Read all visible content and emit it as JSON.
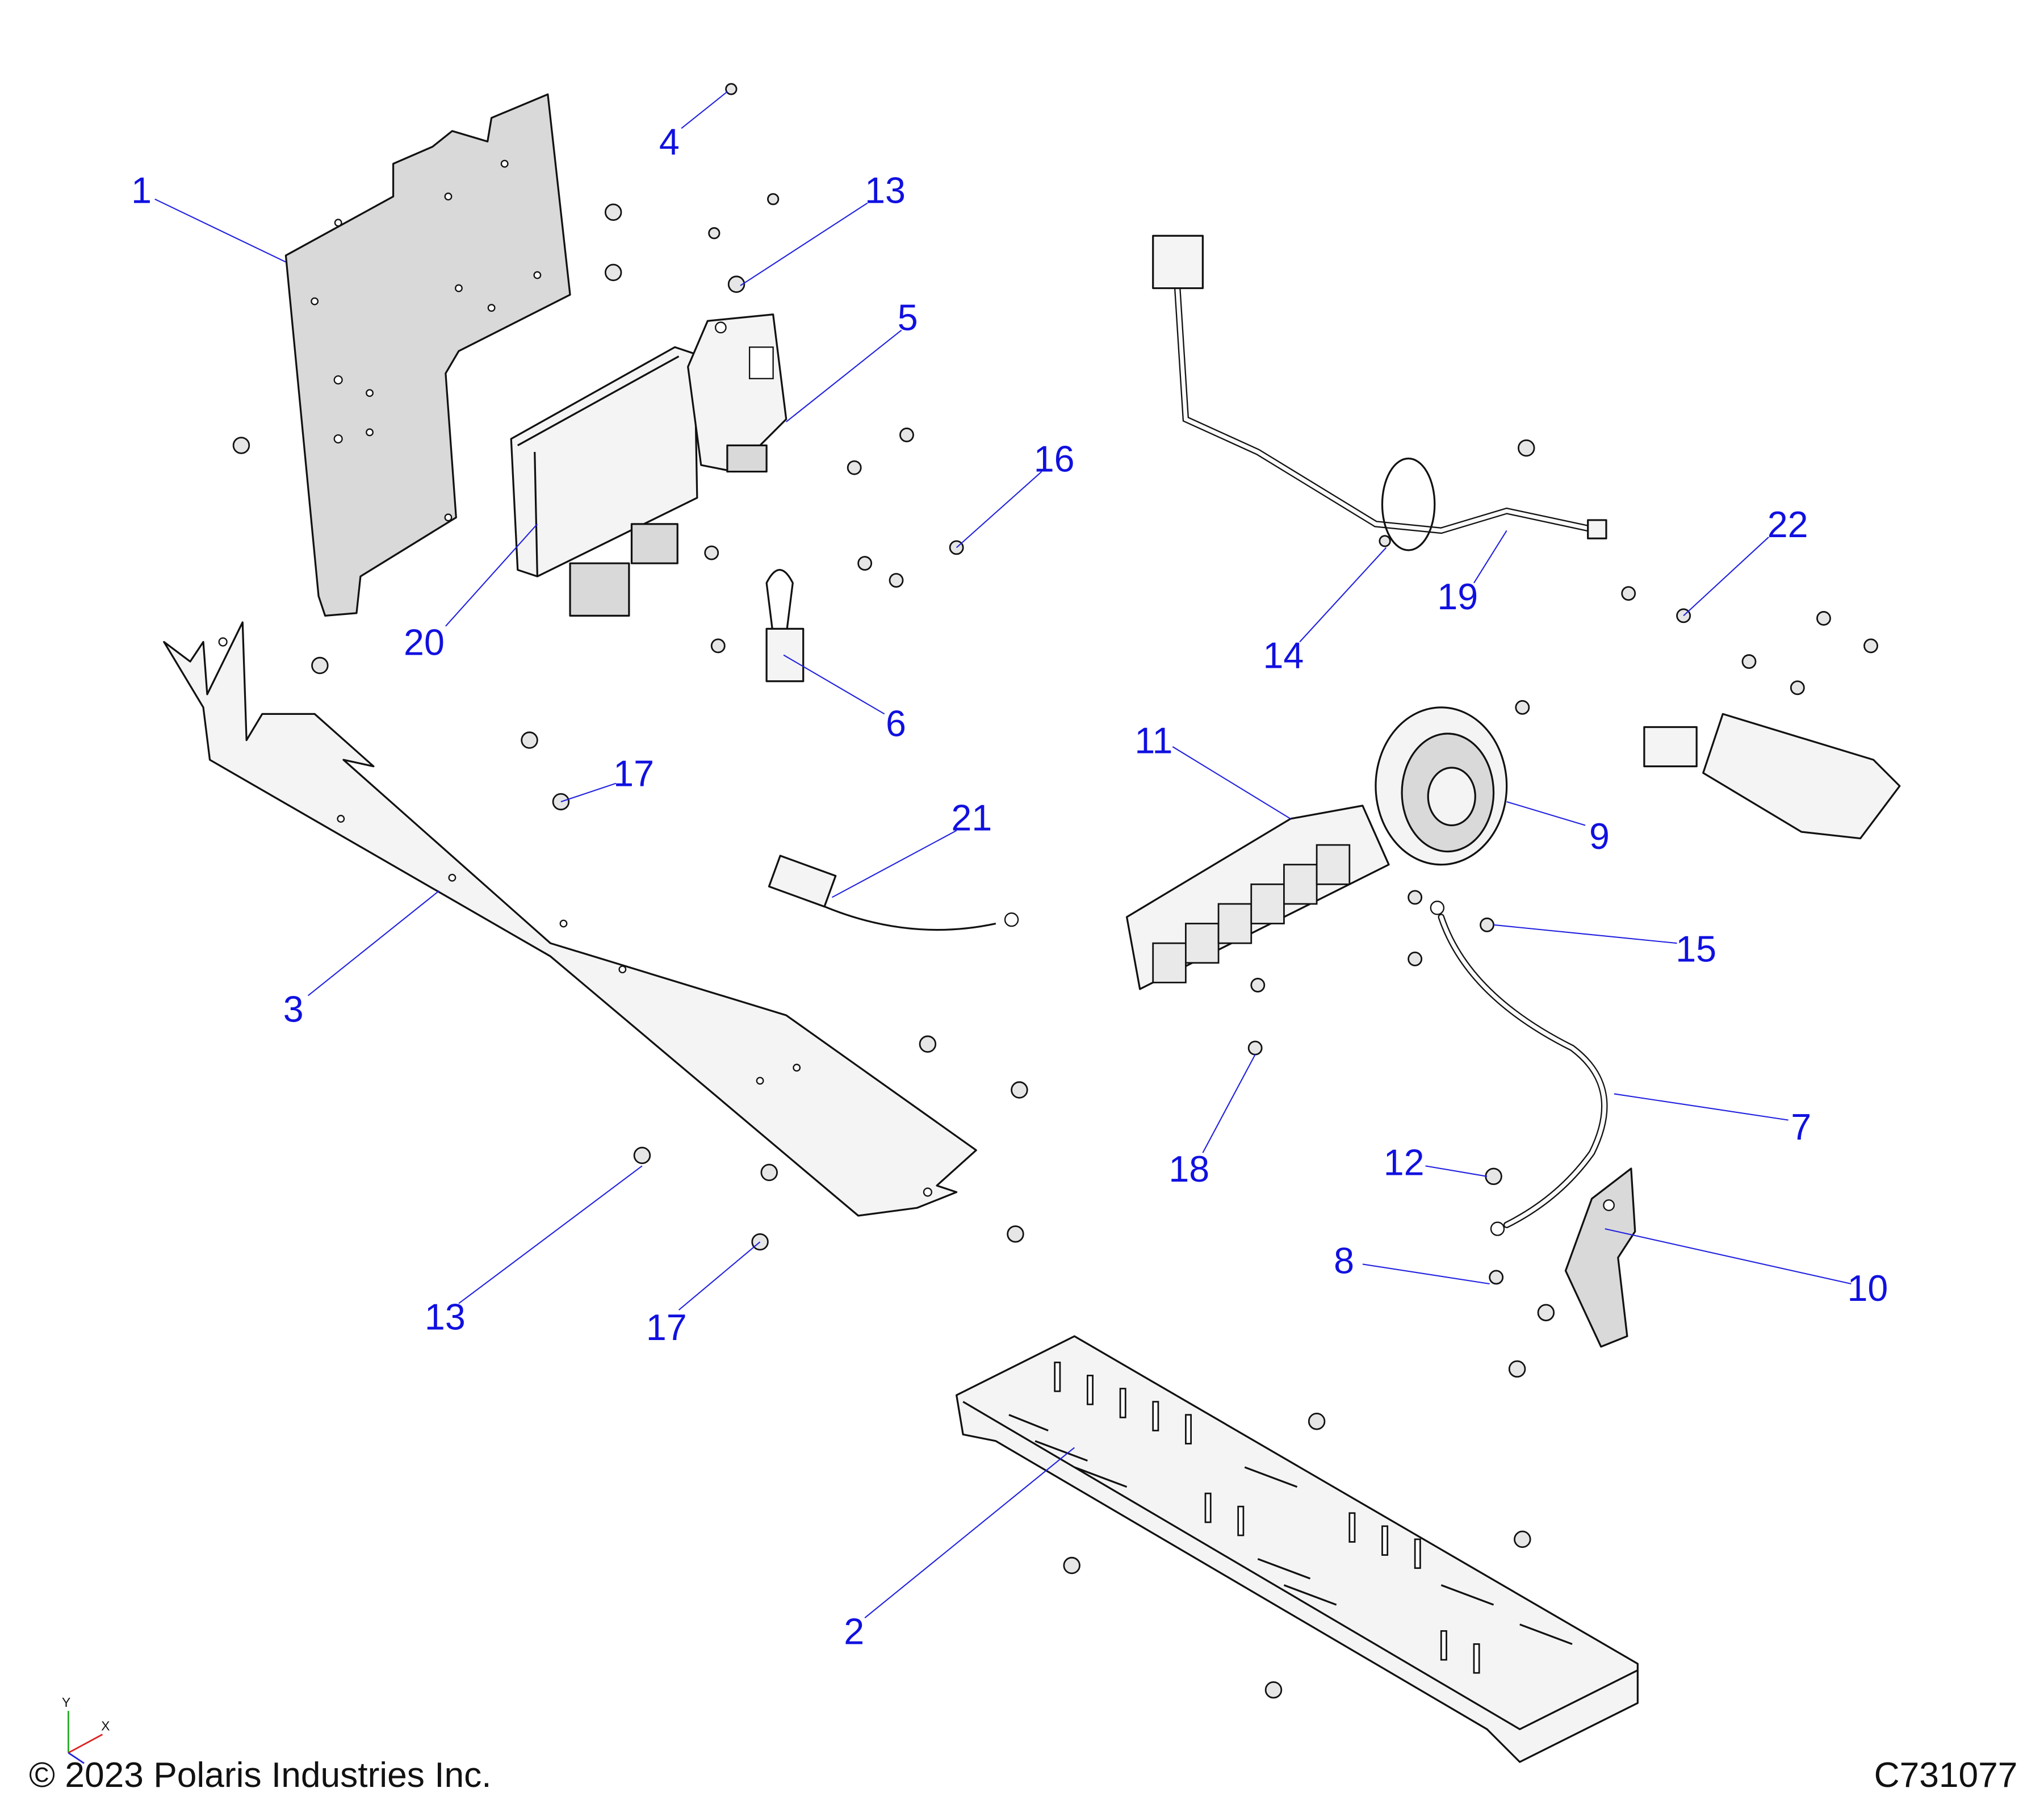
{
  "diagram": {
    "callouts": [
      "1",
      "2",
      "3",
      "4",
      "5",
      "6",
      "7",
      "8",
      "9",
      "10",
      "11",
      "12",
      "13",
      "14",
      "15",
      "16",
      "17",
      "18",
      "19",
      "20",
      "21",
      "22"
    ],
    "callout_color": "#1010e0",
    "copyright": "© 2023 Polaris Industries Inc.",
    "drawing_id": "C731077",
    "axis_labels": {
      "y": "Y",
      "x": "X"
    }
  }
}
